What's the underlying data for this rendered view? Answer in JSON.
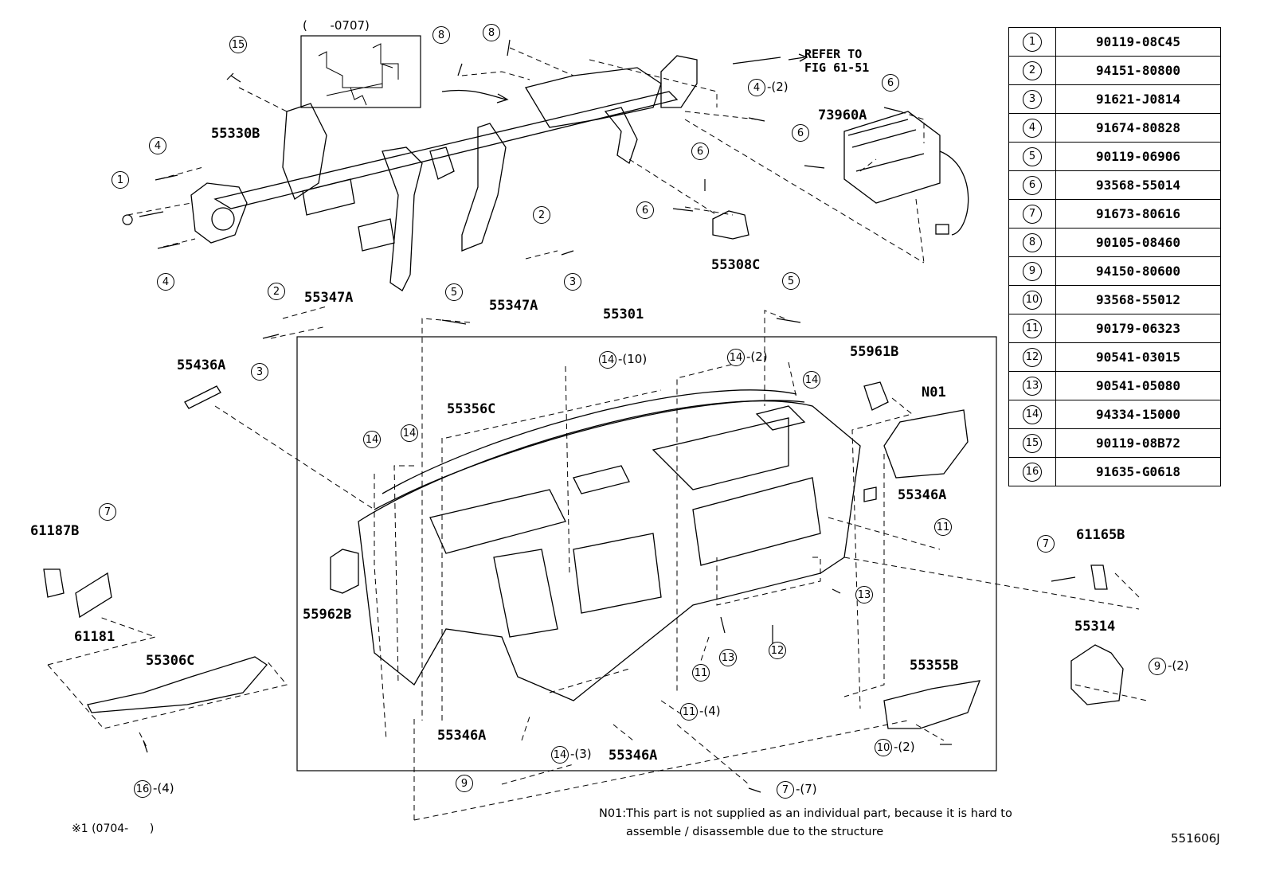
{
  "parts_table": [
    {
      "num": "1",
      "part": "90119-08C45"
    },
    {
      "num": "2",
      "part": "94151-80800"
    },
    {
      "num": "3",
      "part": "91621-J0814"
    },
    {
      "num": "4",
      "part": "91674-80828"
    },
    {
      "num": "5",
      "part": "90119-06906"
    },
    {
      "num": "6",
      "part": "93568-55014"
    },
    {
      "num": "7",
      "part": "91673-80616"
    },
    {
      "num": "8",
      "part": "90105-08460"
    },
    {
      "num": "9",
      "part": "94150-80600"
    },
    {
      "num": "10",
      "part": "93568-55012"
    },
    {
      "num": "11",
      "part": "90179-06323"
    },
    {
      "num": "12",
      "part": "90541-03015"
    },
    {
      "num": "13",
      "part": "90541-05080"
    },
    {
      "num": "14",
      "part": "94334-15000"
    },
    {
      "num": "15",
      "part": "90119-08B72"
    },
    {
      "num": "16",
      "part": "91635-G0618"
    }
  ],
  "labels": {
    "l55330B": "55330B",
    "l55347A_1": "55347A",
    "l55347A_2": "55347A",
    "l55436A": "55436A",
    "l55301": "55301",
    "l55356C": "55356C",
    "l55961B": "55961B",
    "lN01": "N01",
    "l55346A_1": "55346A",
    "l55346A_2": "55346A",
    "l55346A_3": "55346A",
    "l73960A": "73960A",
    "l55308C": "55308C",
    "l61187B": "61187B",
    "l61181": "61181",
    "l55306C": "55306C",
    "l55962B": "55962B",
    "l61165B": "61165B",
    "l55314": "55314",
    "l55355B": "55355B"
  },
  "refer": {
    "line1": "REFER TO",
    "line2": "FIG 61-51"
  },
  "inset_label": "(      -0707)",
  "footnote": "※1 (0704-      )",
  "mark_x1": "※1",
  "note_line1": "N01:This part is not supplied as an individual part, because it is hard to",
  "note_line2": "assemble / disassemble due to the structure",
  "figure_id": "551606J",
  "callouts": [
    {
      "id": "c15",
      "n": "15",
      "q": ""
    },
    {
      "id": "c8a",
      "n": "8",
      "q": ""
    },
    {
      "id": "c8b",
      "n": "8",
      "q": ""
    },
    {
      "id": "c4a",
      "n": "4",
      "q": ""
    },
    {
      "id": "c1",
      "n": "1",
      "q": ""
    },
    {
      "id": "c4b",
      "n": "4",
      "q": ""
    },
    {
      "id": "c4c",
      "n": "4",
      "q": "-(2)"
    },
    {
      "id": "c6a",
      "n": "6",
      "q": ""
    },
    {
      "id": "c6b",
      "n": "6",
      "q": ""
    },
    {
      "id": "c6c",
      "n": "6",
      "q": ""
    },
    {
      "id": "c6d",
      "n": "6",
      "q": ""
    },
    {
      "id": "c2a",
      "n": "2",
      "q": ""
    },
    {
      "id": "c3a",
      "n": "3",
      "q": ""
    },
    {
      "id": "c2b",
      "n": "2",
      "q": ""
    },
    {
      "id": "c3b",
      "n": "3",
      "q": ""
    },
    {
      "id": "c5a",
      "n": "5",
      "q": ""
    },
    {
      "id": "c5b",
      "n": "5",
      "q": ""
    },
    {
      "id": "c14a",
      "n": "14",
      "q": "-(10)"
    },
    {
      "id": "c14b",
      "n": "14",
      "q": "-(2)"
    },
    {
      "id": "c14c",
      "n": "14",
      "q": ""
    },
    {
      "id": "c14d",
      "n": "14",
      "q": ""
    },
    {
      "id": "c14e",
      "n": "14",
      "q": ""
    },
    {
      "id": "c11a",
      "n": "11",
      "q": ""
    },
    {
      "id": "c7a",
      "n": "7",
      "q": ""
    },
    {
      "id": "c7b",
      "n": "7",
      "q": ""
    },
    {
      "id": "c13a",
      "n": "13",
      "q": ""
    },
    {
      "id": "c12",
      "n": "12",
      "q": ""
    },
    {
      "id": "c13b",
      "n": "13",
      "q": ""
    },
    {
      "id": "c11b",
      "n": "11",
      "q": ""
    },
    {
      "id": "c9a",
      "n": "9",
      "q": "-(2)"
    },
    {
      "id": "c11c",
      "n": "11",
      "q": "-(4)"
    },
    {
      "id": "c14f",
      "n": "14",
      "q": "-(3)"
    },
    {
      "id": "c10",
      "n": "10",
      "q": "-(2)"
    },
    {
      "id": "c9b",
      "n": "9",
      "q": ""
    },
    {
      "id": "c7c",
      "n": "7",
      "q": "-(7)"
    },
    {
      "id": "c16",
      "n": "16",
      "q": "-(4)"
    }
  ]
}
